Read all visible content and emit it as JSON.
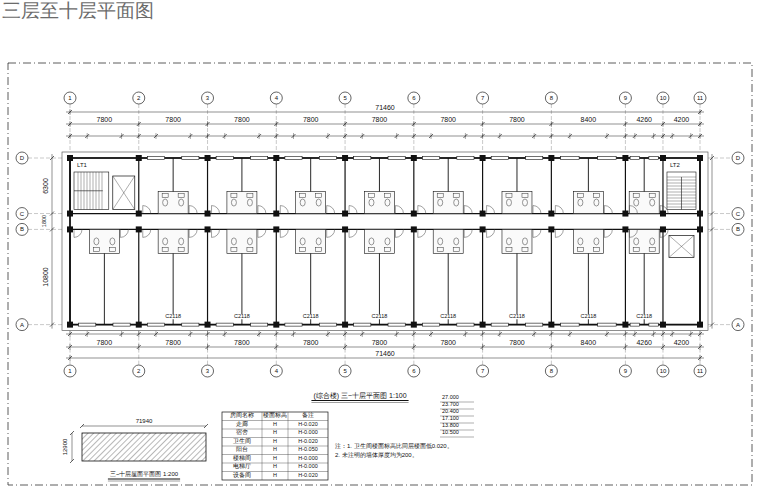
{
  "diagram": {
    "title": "三层至十层平面图",
    "labels": [
      "71460",
      "7800",
      "7800",
      "7800",
      "7800",
      "7800",
      "7800",
      "7800",
      "8400",
      "4260",
      "4200",
      "1",
      "2",
      "3",
      "4",
      "5",
      "6",
      "7",
      "8",
      "9",
      "10",
      "11",
      "71460",
      "7800",
      "7800",
      "7800",
      "7800",
      "7800",
      "7800",
      "7800",
      "8400",
      "4260",
      "4200",
      "1",
      "2",
      "3",
      "4",
      "5",
      "6",
      "7",
      "8",
      "9",
      "10",
      "11",
      "D",
      "C",
      "B",
      "A",
      "D",
      "C",
      "B",
      "A",
      "6300",
      "1800",
      "10800",
      "(综合楼) 三~十层平面图 1:100",
      "27.000",
      "23.700",
      "20.400",
      "17.100",
      "13.800",
      "10.500",
      "注：1. 卫生间楼面标高比同层楼面低0.020。",
      "2. 未注明的墙体厚度均为200。",
      "71940",
      "12900",
      "三~十层屋面平面图 1:200",
      "房间名称",
      "楼面标高",
      "备注",
      "走廊",
      "H",
      "H-0.020",
      "宿舍",
      "H",
      "H-0.000",
      "卫生间",
      "H",
      "H-0.020",
      "阳台",
      "H",
      "H-0.050",
      "楼梯间",
      "H",
      "H-0.000",
      "电梯厅",
      "H",
      "H-0.000",
      "设备间",
      "H",
      "H-0.020",
      "LT1",
      "LT2",
      "C2118",
      "C2118",
      "C2118",
      "C2118",
      "C2118",
      "C2118",
      "C2118",
      "C2118"
    ]
  }
}
